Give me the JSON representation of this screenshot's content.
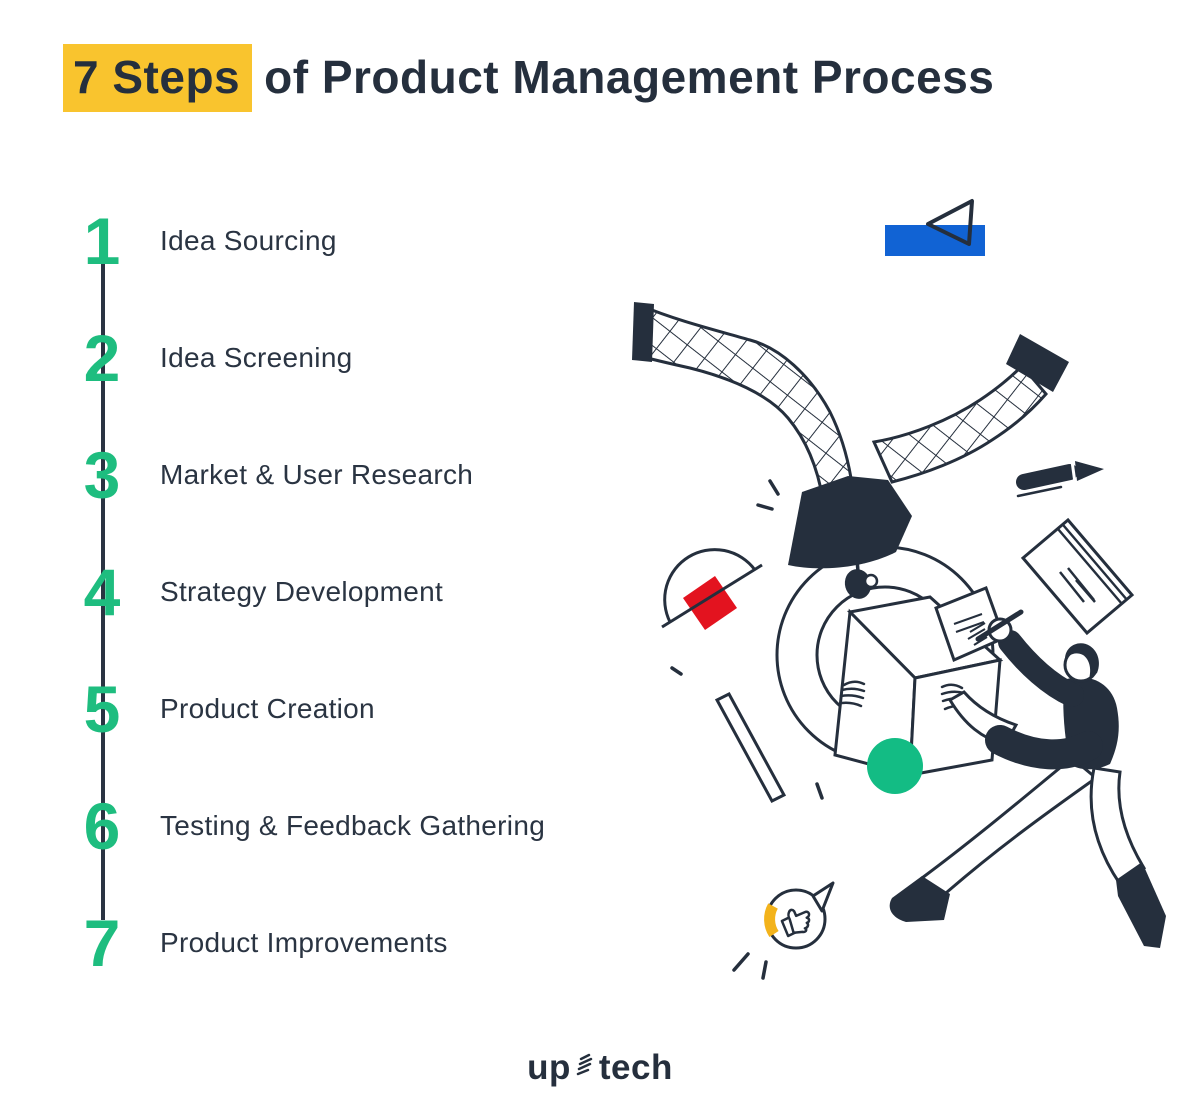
{
  "title": {
    "highlight": "7 Steps",
    "rest": "of Product Management Process"
  },
  "steps": [
    {
      "number": "1",
      "label": "Idea Sourcing"
    },
    {
      "number": "2",
      "label": "Idea Screening"
    },
    {
      "number": "3",
      "label": "Market & User Research"
    },
    {
      "number": "4",
      "label": "Strategy Development"
    },
    {
      "number": "5",
      "label": "Product Creation"
    },
    {
      "number": "6",
      "label": "Testing & Feedback Gathering"
    },
    {
      "number": "7",
      "label": "Product Improvements"
    }
  ],
  "logo": {
    "prefix": "up",
    "suffix": "tech"
  },
  "colors": {
    "ink": "#252F3D",
    "green": "#1EBD7F",
    "green-circle": "#13BC84",
    "yellow": "#F9C42E",
    "bubble-yellow": "#F3B31B",
    "blue": "#1163D4",
    "red": "#E3131F",
    "line": "#2A3342",
    "label": "#2A3442"
  }
}
